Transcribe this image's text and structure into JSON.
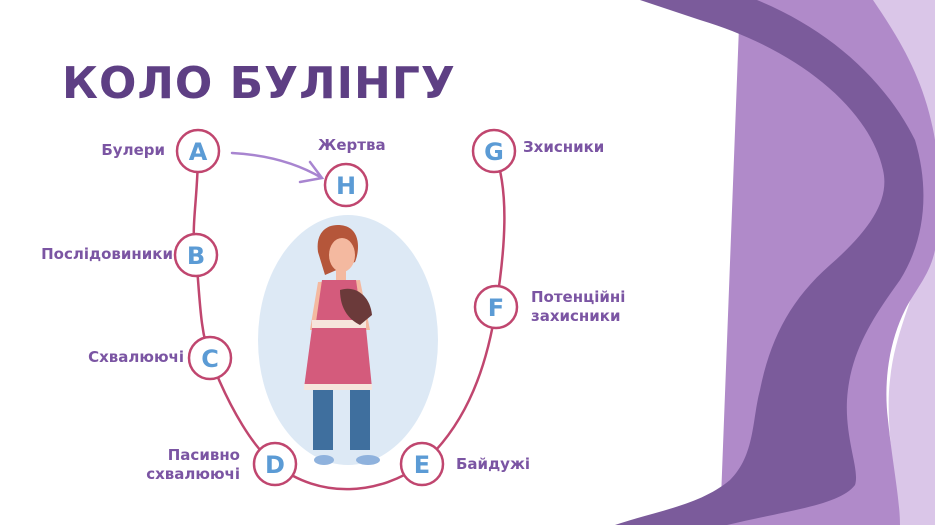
{
  "title": "КОЛО БУЛІНГУ",
  "colors": {
    "title": "#5e3f84",
    "label": "#7b55a3",
    "ring": "#c0466f",
    "letter": "#5b9bd5",
    "wave_dark": "#7b5b9b",
    "wave_mid": "#b08ac9",
    "wave_light": "#dac6e8",
    "oval": "#dde9f5"
  },
  "nodes": [
    {
      "letter": "A",
      "label": "Булери"
    },
    {
      "letter": "B",
      "label": "Послідовиники"
    },
    {
      "letter": "C",
      "label": "Схвалюючі"
    },
    {
      "letter": "D",
      "label": "Пасивно схвалюючі",
      "line1": "Пасивно",
      "line2": "схвалюючі"
    },
    {
      "letter": "E",
      "label": "Байдужі"
    },
    {
      "letter": "F",
      "label": "Потенційні захисники",
      "line1": "Потенційні",
      "line2": "захисники"
    },
    {
      "letter": "G",
      "label": "Зхисники"
    },
    {
      "letter": "H",
      "label": "Жертва"
    }
  ]
}
